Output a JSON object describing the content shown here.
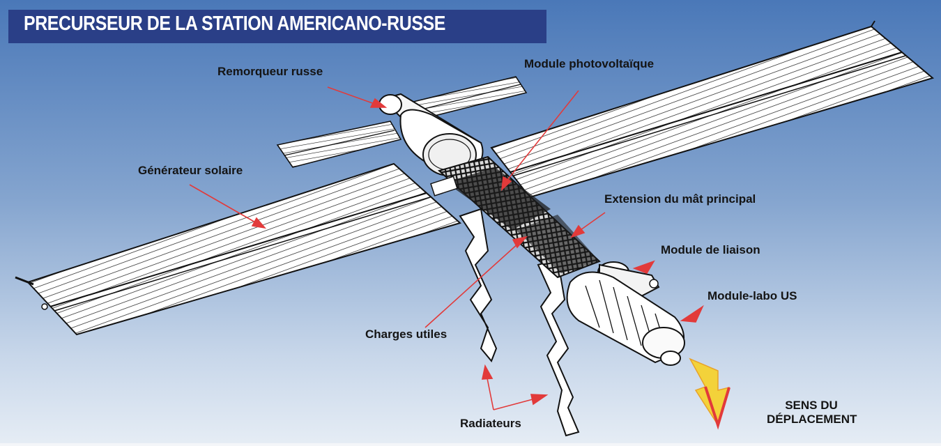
{
  "title": "PRECURSEUR DE LA STATION AMERICANO-RUSSE",
  "labels": {
    "remorqueur": "Remorqueur russe",
    "photovoltaique": "Module photovoltaïque",
    "generateur": "Générateur solaire",
    "extension": "Extension du mât principal",
    "liaison": "Module de liaison",
    "labo": "Module-labo US",
    "charges": "Charges utiles",
    "radiateurs": "Radiateurs",
    "sens_line1": "SENS DU",
    "sens_line2": "DÉPLACEMENT"
  },
  "colors": {
    "sky_top": "#4a78b8",
    "sky_bottom": "#e6edf5",
    "title_bar": "#2a3f87",
    "arrow": "#e23a3a",
    "direction_arrow": "#f3d23a"
  }
}
